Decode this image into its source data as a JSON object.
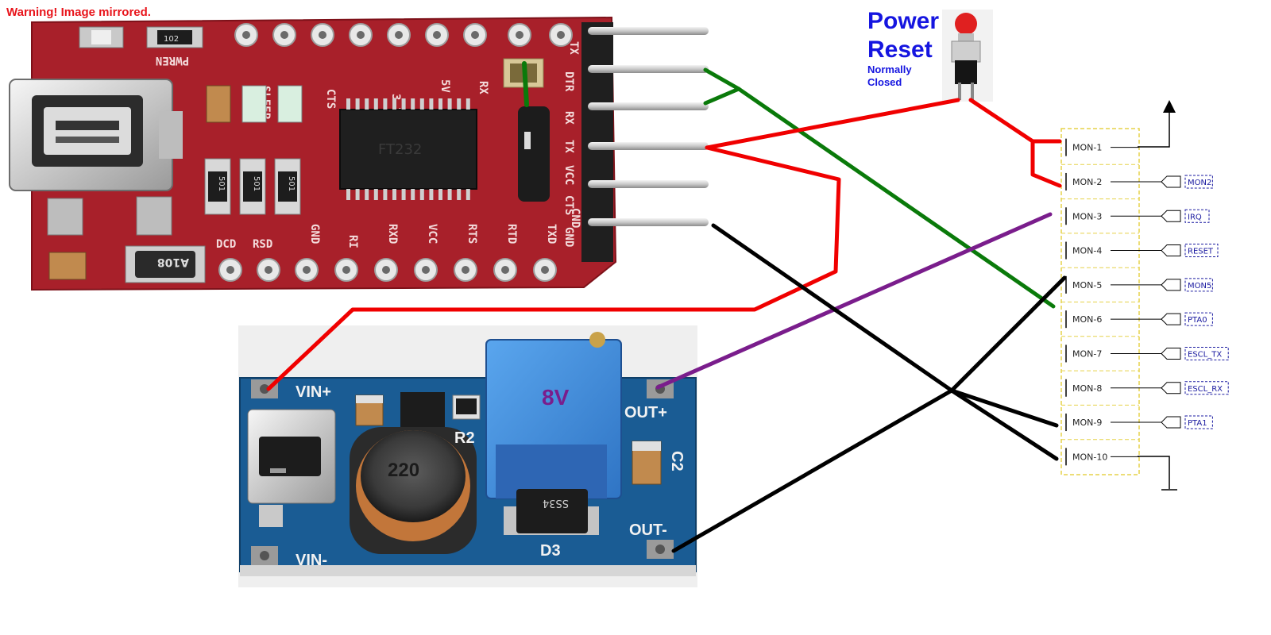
{
  "warning": "Warning! Image mirrored.",
  "ftdi": {
    "top_pin_labels": [
      "PWREN",
      "SLEEP",
      "CTS",
      "3.3V",
      "5V",
      "RX",
      "TX"
    ],
    "bottom_pin_labels": [
      "DCD",
      "RSD",
      "GND",
      "RI",
      "RXD",
      "VCC",
      "RTS",
      "RTD",
      "TXD",
      "CND"
    ],
    "side_labels": [
      "DTR",
      "RX",
      "TX",
      "VCC",
      "CTS",
      "GND"
    ],
    "chip_text": "FT232",
    "smd_marks": [
      "102",
      "501",
      "501",
      "501",
      "A108"
    ]
  },
  "button": {
    "title_line1": "Power",
    "title_line2": "Reset",
    "note_line1": "Normally",
    "note_line2": "Closed"
  },
  "boost": {
    "labels": {
      "vin_plus": "VIN+",
      "vin_minus": "VIN-",
      "out_plus": "OUT+",
      "out_minus": "OUT-",
      "r2": "R2",
      "d3": "D3",
      "c2": "C2"
    },
    "inductor_text": "220",
    "diode_text": "SS34",
    "voltage": "8V"
  },
  "connector": {
    "pins": [
      {
        "label": "MON-1",
        "signal": ""
      },
      {
        "label": "MON-2",
        "signal": "MON2"
      },
      {
        "label": "MON-3",
        "signal": "IRQ"
      },
      {
        "label": "MON-4",
        "signal": "RESET"
      },
      {
        "label": "MON-5",
        "signal": "MON5"
      },
      {
        "label": "MON-6",
        "signal": "PTA0"
      },
      {
        "label": "MON-7",
        "signal": "ESCL_TX"
      },
      {
        "label": "MON-8",
        "signal": "ESCL_RX"
      },
      {
        "label": "MON-9",
        "signal": "PTA1"
      },
      {
        "label": "MON-10",
        "signal": ""
      }
    ]
  },
  "colors": {
    "wire_red": "#f00000",
    "wire_green": "#0a7a0a",
    "wire_purple": "#7a1d8c",
    "wire_black": "#000000",
    "pcb_red": "#a8202a",
    "pcb_blue": "#1a5c94",
    "connector_box": "#e6d24a"
  }
}
